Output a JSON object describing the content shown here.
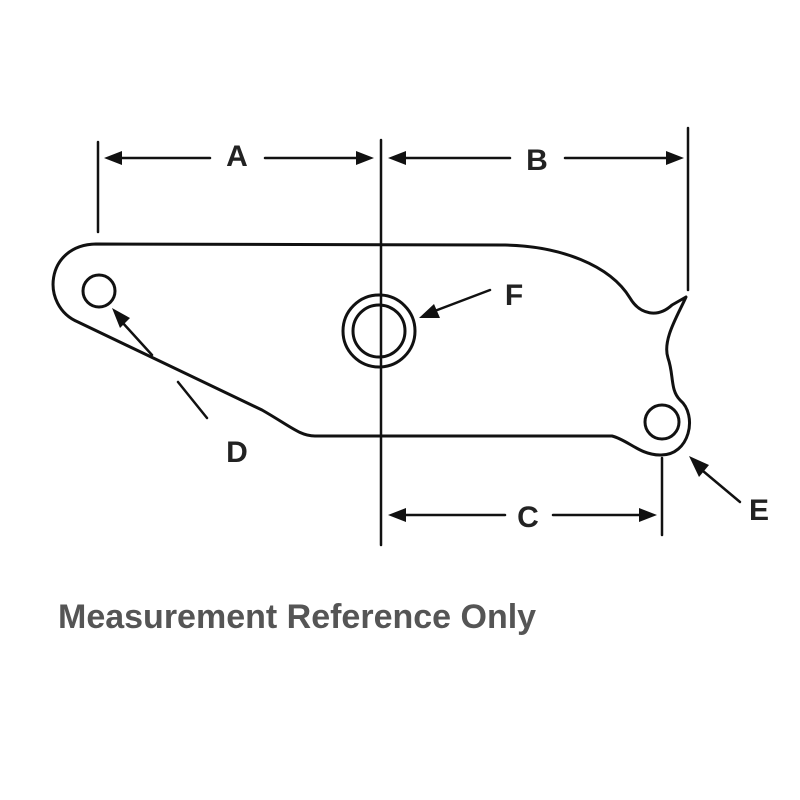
{
  "labels": {
    "a": "A",
    "b": "B",
    "c": "C",
    "d": "D",
    "e": "E",
    "f": "F"
  },
  "caption": "Measurement Reference Only",
  "colors": {
    "line": "#111111",
    "label": "#222222",
    "caption": "#555555"
  }
}
